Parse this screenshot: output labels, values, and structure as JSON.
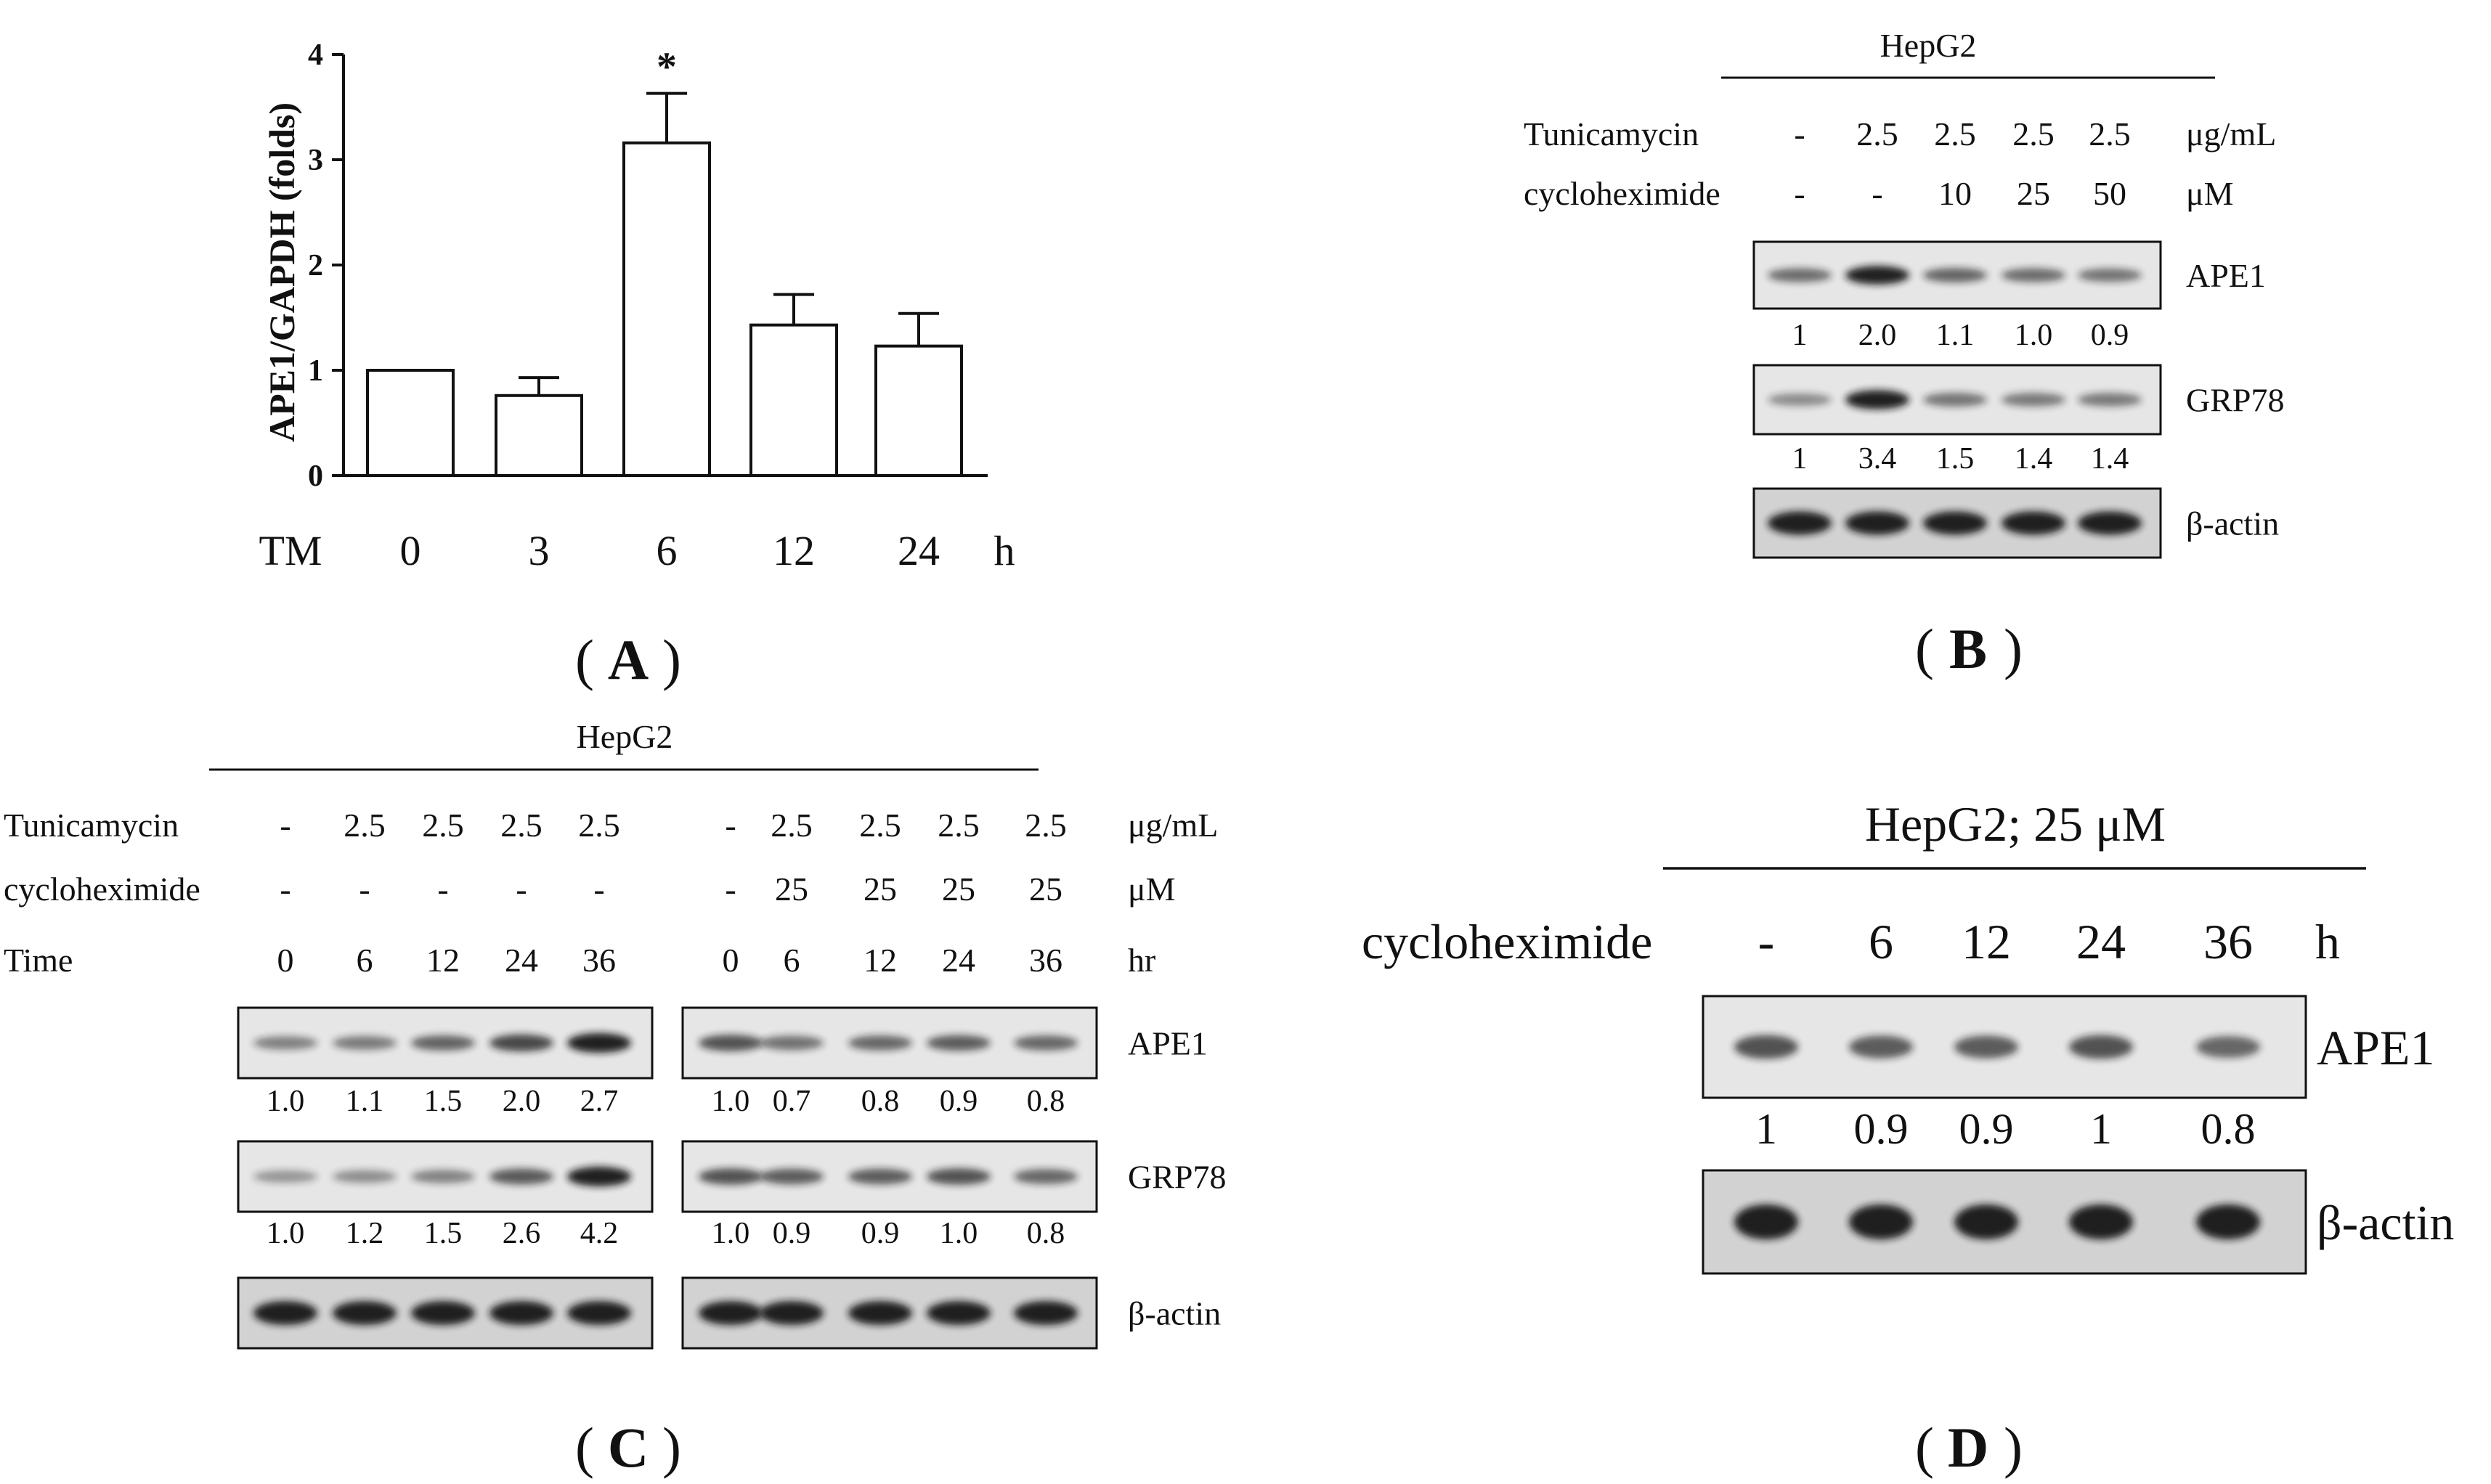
{
  "panel_a": {
    "panel_label": "A",
    "chart_data": {
      "type": "bar",
      "ylabel": "APE1/GAPDH (folds)",
      "ylim": [
        0,
        4
      ],
      "yticks": [
        "0",
        "1",
        "2",
        "3",
        "4"
      ],
      "x_prefix": "TM",
      "x_unit": "h",
      "categories": [
        "0",
        "3",
        "6",
        "12",
        "24"
      ],
      "values": [
        1.0,
        0.76,
        3.16,
        1.43,
        1.23
      ],
      "error": [
        0,
        0.17,
        0.47,
        0.29,
        0.31
      ],
      "annotations": [
        "",
        "",
        "*",
        "",
        ""
      ]
    }
  },
  "panel_b": {
    "panel_label": "B",
    "header": "HepG2",
    "rows": [
      {
        "label": "Tunicamycin",
        "values": [
          "-",
          "2.5",
          "2.5",
          "2.5",
          "2.5"
        ],
        "unit": "μg/mL"
      },
      {
        "label": "cycloheximide",
        "values": [
          "-",
          "-",
          "10",
          "25",
          "50"
        ],
        "unit": "μM"
      }
    ],
    "blots": [
      {
        "name": "APE1",
        "quant": [
          "1",
          "2.0",
          "1.1",
          "1.0",
          "0.9"
        ],
        "intensity": [
          1,
          2.0,
          1.1,
          1.0,
          0.9
        ]
      },
      {
        "name": "GRP78",
        "quant": [
          "1",
          "3.4",
          "1.5",
          "1.4",
          "1.4"
        ],
        "intensity": [
          1,
          3.4,
          1.5,
          1.4,
          1.4
        ]
      },
      {
        "name": "β-actin",
        "quant": [],
        "intensity": [
          1,
          1,
          1,
          1,
          1
        ]
      }
    ]
  },
  "panel_c": {
    "panel_label": "C",
    "header": "HepG2",
    "rows": [
      {
        "label": "Tunicamycin",
        "left": [
          "-",
          "2.5",
          "2.5",
          "2.5",
          "2.5"
        ],
        "right": [
          "-",
          "2.5",
          "2.5",
          "2.5",
          "2.5"
        ],
        "unit": "μg/mL"
      },
      {
        "label": "cycloheximide",
        "left": [
          "-",
          "-",
          "-",
          "-",
          "-"
        ],
        "right": [
          "-",
          "25",
          "25",
          "25",
          "25"
        ],
        "unit": "μM"
      },
      {
        "label": "Time",
        "left": [
          "0",
          "6",
          "12",
          "24",
          "36"
        ],
        "right": [
          "0",
          "6",
          "12",
          "24",
          "36"
        ],
        "unit": "hr"
      }
    ],
    "blots": [
      {
        "name": "APE1",
        "left_quant": [
          "1.0",
          "1.1",
          "1.5",
          "2.0",
          "2.7"
        ],
        "right_quant": [
          "1.0",
          "0.7",
          "0.8",
          "0.9",
          "0.8"
        ],
        "left_intensity": [
          1.0,
          1.1,
          1.5,
          2.0,
          2.7
        ],
        "right_intensity": [
          1.0,
          0.7,
          0.8,
          0.9,
          0.8
        ]
      },
      {
        "name": "GRP78",
        "left_quant": [
          "1.0",
          "1.2",
          "1.5",
          "2.6",
          "4.2"
        ],
        "right_quant": [
          "1.0",
          "0.9",
          "0.9",
          "1.0",
          "0.8"
        ],
        "left_intensity": [
          1.0,
          1.2,
          1.5,
          2.6,
          4.2
        ],
        "right_intensity": [
          1.0,
          0.9,
          0.9,
          1.0,
          0.8
        ]
      },
      {
        "name": "β-actin",
        "left_quant": [],
        "right_quant": [],
        "left_intensity": [
          1,
          1,
          1,
          1,
          1
        ],
        "right_intensity": [
          1,
          1,
          1,
          1,
          1
        ]
      }
    ]
  },
  "panel_d": {
    "panel_label": "D",
    "header": "HepG2; 25 μM",
    "row": {
      "label": "cycloheximide",
      "values": [
        "-",
        "6",
        "12",
        "24",
        "36"
      ],
      "unit": "h"
    },
    "blots": [
      {
        "name": "APE1",
        "quant": [
          "1",
          "0.9",
          "0.9",
          "1",
          "0.8"
        ],
        "intensity": [
          1,
          0.9,
          0.9,
          1,
          0.8
        ]
      },
      {
        "name": "β-actin",
        "quant": [],
        "intensity": [
          1,
          1,
          1,
          1,
          1
        ]
      }
    ]
  }
}
